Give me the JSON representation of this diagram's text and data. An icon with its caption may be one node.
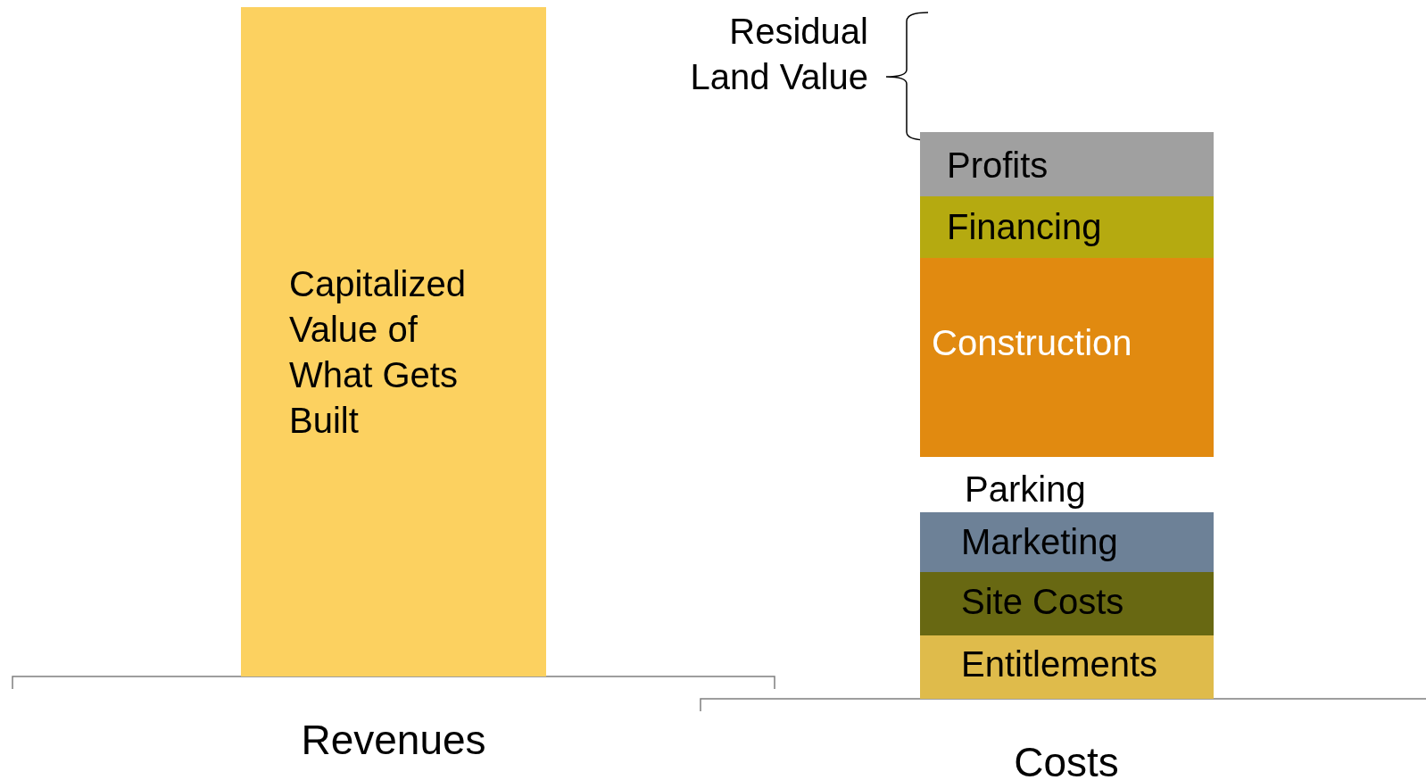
{
  "diagram": {
    "nodes": [
      {
        "text": [
          "Capitalized Value of What Gets Built"
        ]
      },
      {
        "text": [
          "Profits"
        ]
      },
      {
        "text": [
          "Financing"
        ]
      },
      {
        "text": [
          "Construction"
        ]
      },
      {
        "text": [
          "Marketing"
        ]
      },
      {
        "text": [
          "Site Costs"
        ]
      },
      {
        "text": [
          "Entitlements"
        ]
      }
    ],
    "edges": [],
    "labels": [
      "Residual Land Value",
      "Parking",
      "Revenues",
      "Costs"
    ]
  }
}
